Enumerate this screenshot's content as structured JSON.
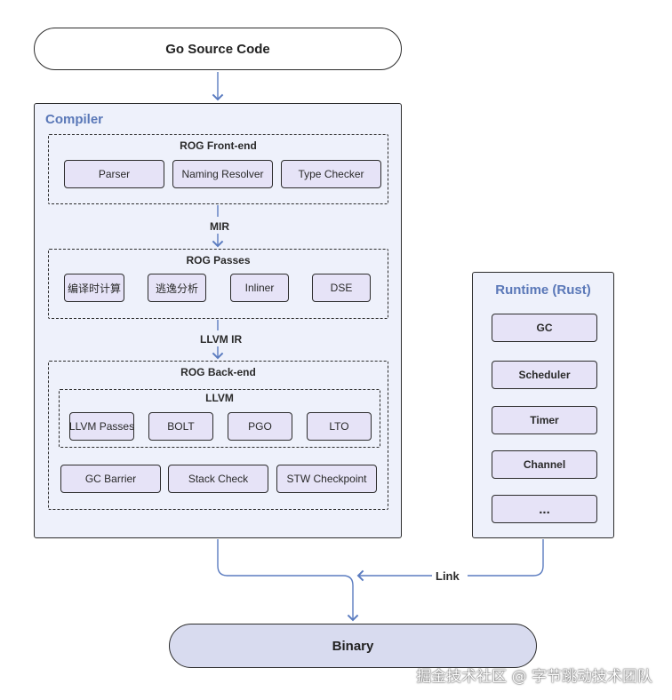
{
  "source": {
    "label": "Go Source Code"
  },
  "compiler": {
    "title": "Compiler",
    "frontend": {
      "title": "ROG Front-end",
      "items": [
        "Parser",
        "Naming Resolver",
        "Type Checker"
      ]
    },
    "mir_label": "MIR",
    "passes": {
      "title": "ROG Passes",
      "items": [
        "编译时计算",
        "逃逸分析",
        "Inliner",
        "DSE"
      ]
    },
    "llvm_ir_label": "LLVM IR",
    "backend": {
      "title": "ROG Back-end",
      "llvm": {
        "title": "LLVM",
        "items": [
          "LLVM Passes",
          "BOLT",
          "PGO",
          "LTO"
        ]
      },
      "items": [
        "GC Barrier",
        "Stack Check",
        "STW Checkpoint"
      ]
    }
  },
  "runtime": {
    "title": "Runtime (Rust)",
    "items": [
      "GC",
      "Scheduler",
      "Timer",
      "Channel",
      "..."
    ]
  },
  "link_label": "Link",
  "binary": {
    "label": "Binary"
  },
  "watermark": "掘金技术社区 @ 字节跳动技术团队",
  "colors": {
    "panel_bg": "#eef1fb",
    "box_bg": "#e6e3f7",
    "binary_bg": "#d8dbef",
    "accent": "#5a78b8",
    "arrow": "#5b7cc0"
  }
}
